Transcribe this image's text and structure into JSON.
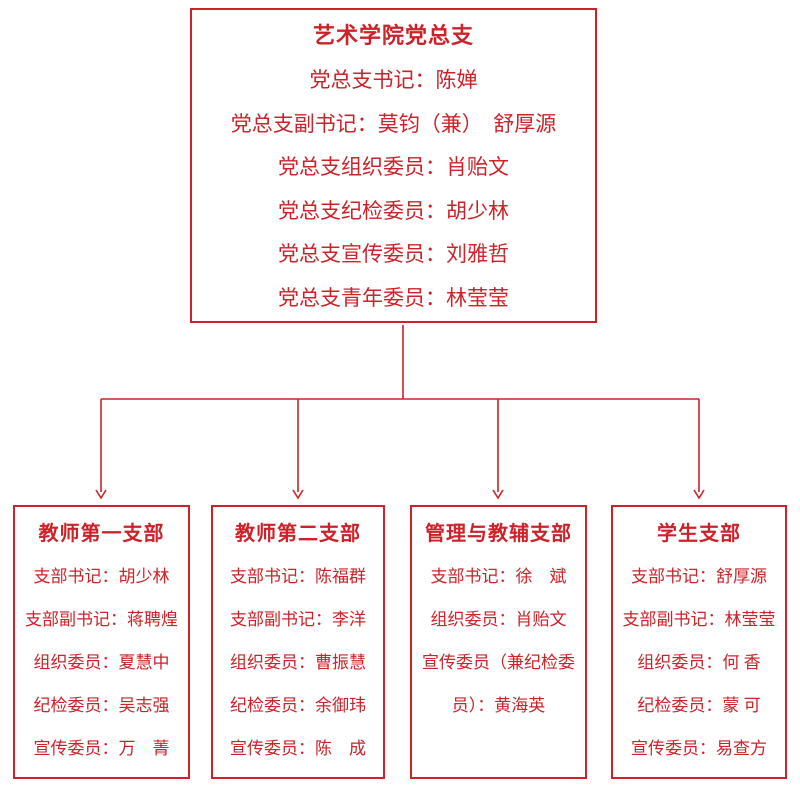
{
  "colors": {
    "red": "#cc2229",
    "background": "#ffffff"
  },
  "root": {
    "title": "艺术学院党总支",
    "lines": [
      "党总支书记：陈婵",
      "党总支副书记：莫钧（兼）　舒厚源",
      "党总支组织委员：肖贻文",
      "党总支纪检委员：胡少林",
      "党总支宣传委员：刘雅哲",
      "党总支青年委员：林莹莹"
    ]
  },
  "branches": [
    {
      "title": "教师第一支部",
      "lines": [
        "支部书记：胡少林",
        "支部副书记：蒋聘煌",
        "组织委员：夏慧中",
        "纪检委员：吴志强",
        "宣传委员：万　菁"
      ]
    },
    {
      "title": "教师第二支部",
      "lines": [
        "支部书记：陈福群",
        "支部副书记：李洋",
        "组织委员：曹振慧",
        "纪检委员：余御玮",
        "宣传委员：陈　成"
      ]
    },
    {
      "title": "管理与教辅支部",
      "lines": [
        "支部书记：徐　斌",
        "组织委员：肖贻文",
        "宣传委员（兼纪检委员）：黄海英"
      ]
    },
    {
      "title": "学生支部",
      "lines": [
        "支部书记：舒厚源",
        "支部副书记：林莹莹",
        "组织委员：何 香",
        "纪检委员：蒙 可",
        "宣传委员：易查方"
      ]
    }
  ]
}
